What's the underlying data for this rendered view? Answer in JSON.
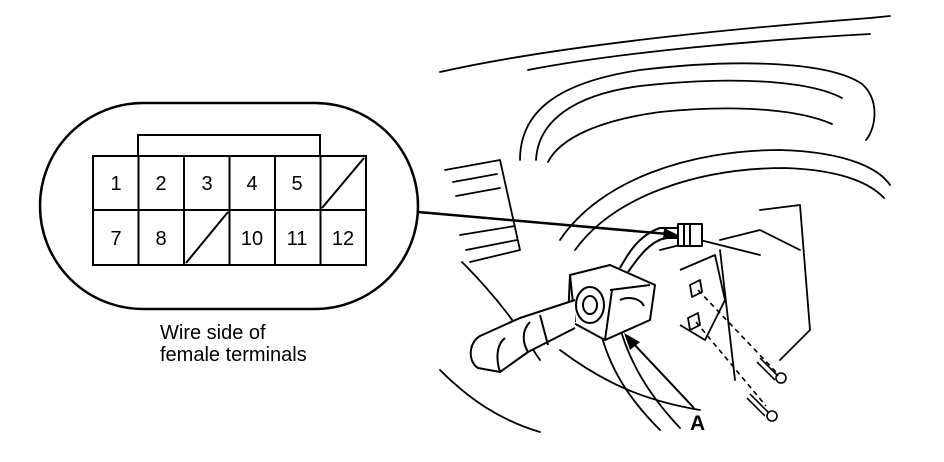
{
  "connector": {
    "top_row": [
      "1",
      "2",
      "3",
      "4",
      "5",
      ""
    ],
    "bottom_row": [
      "7",
      "8",
      "",
      "10",
      "11",
      "12"
    ]
  },
  "caption": {
    "line1": "Wire side of",
    "line2": "female terminals"
  },
  "callout_label": "A"
}
